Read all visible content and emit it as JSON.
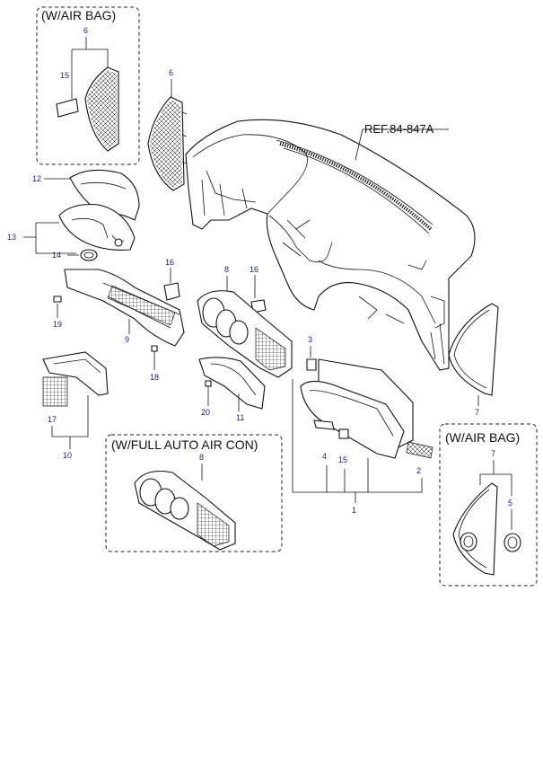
{
  "insets": {
    "airbag_top": "(W/AIR BAG)",
    "full_auto": "(W/FULL AUTO AIR CON)",
    "airbag_right": "(W/AIR BAG)"
  },
  "reference": "REF.84-847A",
  "callouts": {
    "c1": "1",
    "c2": "2",
    "c3": "3",
    "c4": "4",
    "c5": "5",
    "c6a": "6",
    "c6b": "6",
    "c7a": "7",
    "c7b": "7",
    "c8a": "8",
    "c8b": "8",
    "c9": "9",
    "c10": "10",
    "c11": "11",
    "c12": "12",
    "c13": "13",
    "c14": "14",
    "c15a": "15",
    "c15b": "15",
    "c16a": "16",
    "c16b": "16",
    "c17": "17",
    "c18": "18",
    "c19": "19",
    "c20": "20"
  }
}
